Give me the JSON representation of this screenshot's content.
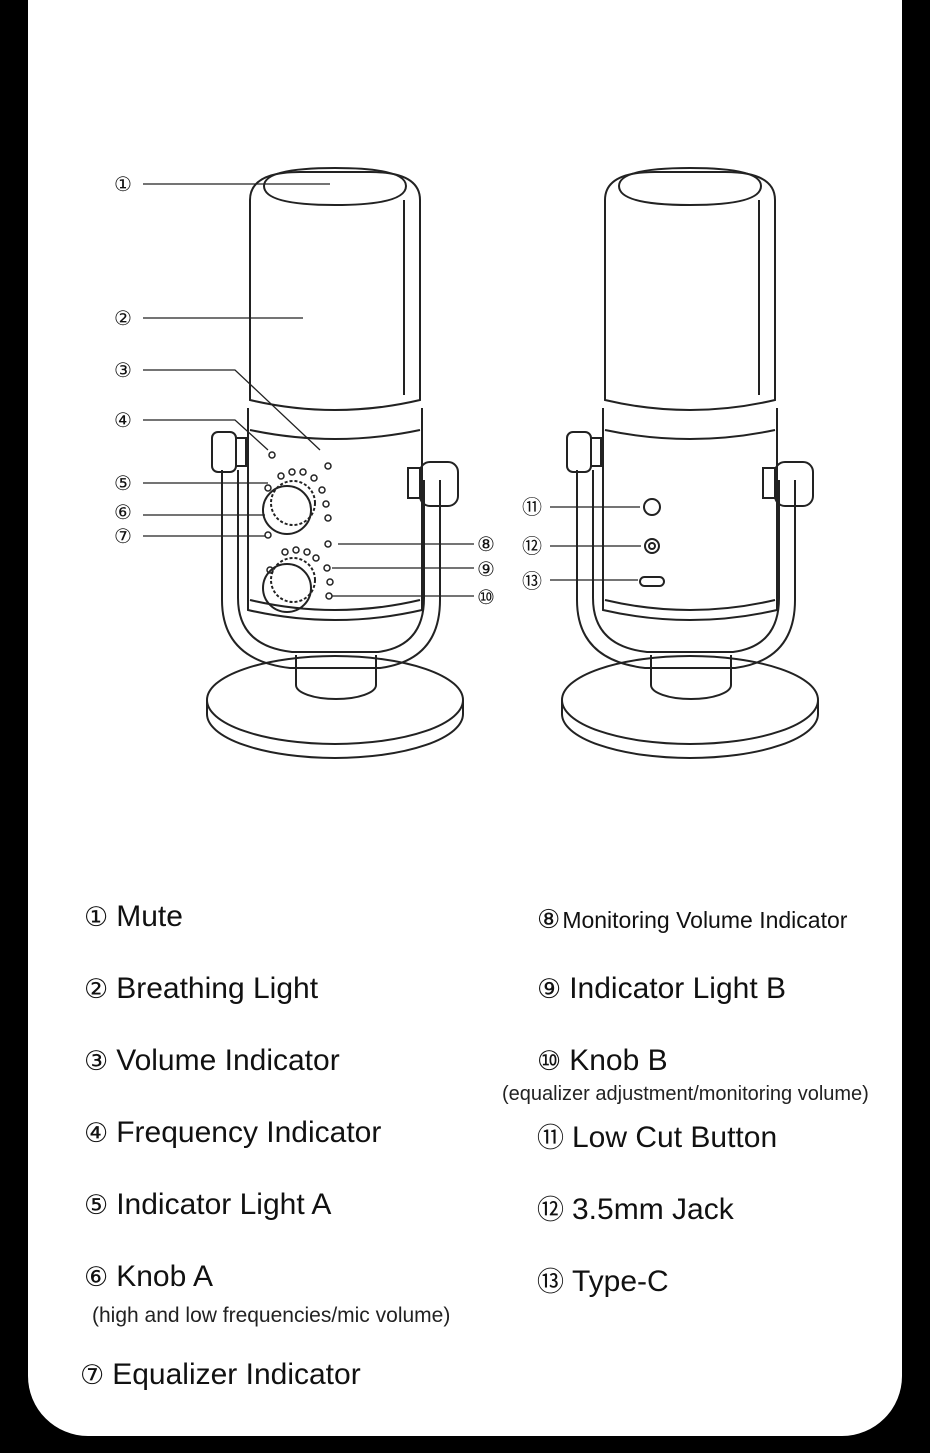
{
  "callouts": [
    "①",
    "②",
    "③",
    "④",
    "⑤",
    "⑥",
    "⑦",
    "⑧",
    "⑨",
    "⑩",
    "⑪",
    "⑫",
    "⑬"
  ],
  "legend": {
    "left": [
      {
        "num": "①",
        "text": "Mute"
      },
      {
        "num": "②",
        "text": "Breathing Light"
      },
      {
        "num": "③",
        "text": "Volume Indicator"
      },
      {
        "num": "④",
        "text": "Frequency Indicator"
      },
      {
        "num": "⑤",
        "text": "Indicator Light A"
      },
      {
        "num": "⑥",
        "text": "Knob A",
        "note": "(high and low frequencies/mic volume)"
      },
      {
        "num": "⑦",
        "text": "Equalizer Indicator"
      }
    ],
    "right": [
      {
        "num": "⑧",
        "text": "Monitoring Volume Indicator"
      },
      {
        "num": "⑨",
        "text": "Indicator Light B"
      },
      {
        "num": "⑩",
        "text": "Knob B",
        "note": "(equalizer adjustment/monitoring volume)"
      },
      {
        "num": "⑪",
        "text": "Low Cut Button"
      },
      {
        "num": "⑫",
        "text": "3.5mm Jack"
      },
      {
        "num": "⑬",
        "text": "Type-C"
      }
    ]
  }
}
